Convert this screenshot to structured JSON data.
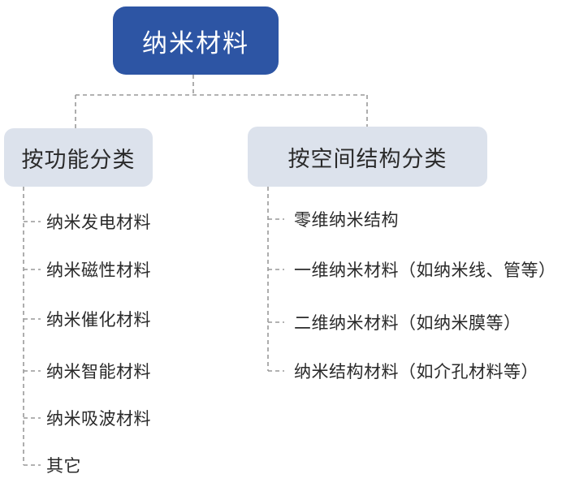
{
  "root": {
    "label": "纳米材料"
  },
  "branches": {
    "functional": {
      "label": "按功能分类",
      "items": [
        "纳米发电材料",
        "纳米磁性材料",
        "纳米催化材料",
        "纳米智能材料",
        "纳米吸波材料",
        "其它"
      ]
    },
    "spatial": {
      "label": "按空间结构分类",
      "items": [
        "零维纳米结构",
        "一维纳米材料（如纳米线、管等）",
        "二维纳米材料（如纳米膜等）",
        "纳米结构材料（如介孔材料等）"
      ]
    }
  },
  "colors": {
    "root_bg": "#2d55a4",
    "root_text": "#ffffff",
    "branch_bg": "#dce2ec",
    "text": "#2a2a2a",
    "connector": "#999999"
  }
}
